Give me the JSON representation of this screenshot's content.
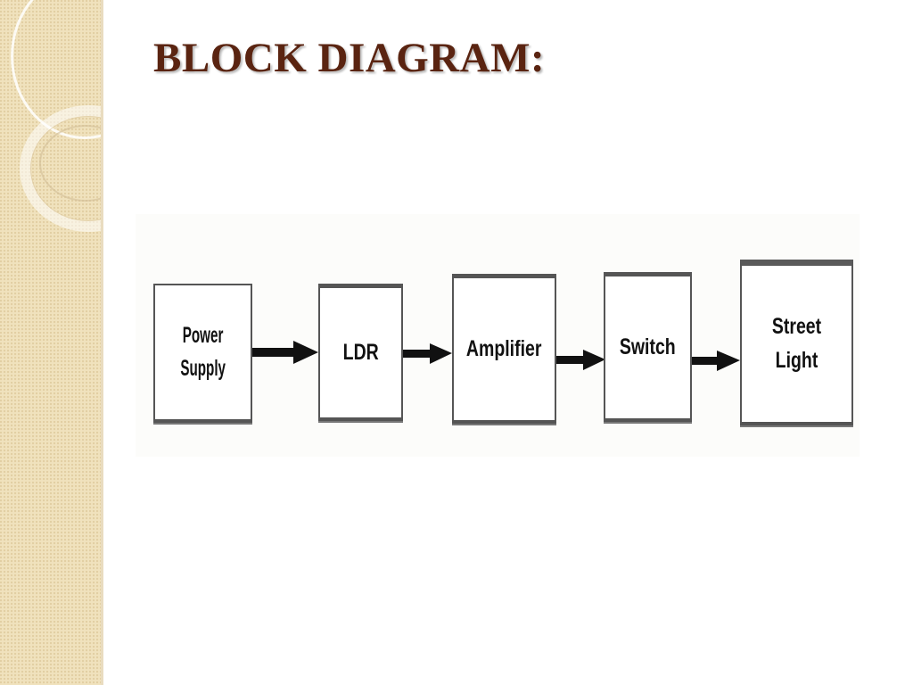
{
  "slide": {
    "title": "BLOCK DIAGRAM:"
  },
  "diagram": {
    "blocks": [
      {
        "id": "power-supply",
        "label_line1": "Power",
        "label_line2": "Supply"
      },
      {
        "id": "ldr",
        "label": "LDR"
      },
      {
        "id": "amplifier",
        "label": "Amplifier"
      },
      {
        "id": "switch",
        "label": "Switch"
      },
      {
        "id": "street-light",
        "label": "Street Light"
      }
    ],
    "flow": [
      [
        "power-supply",
        "ldr"
      ],
      [
        "ldr",
        "amplifier"
      ],
      [
        "amplifier",
        "switch"
      ],
      [
        "switch",
        "street-light"
      ]
    ]
  },
  "colors": {
    "title": "#5a2411",
    "sidebar": "#f0e2bd",
    "block_border": "#555555",
    "arrow": "#111111"
  }
}
